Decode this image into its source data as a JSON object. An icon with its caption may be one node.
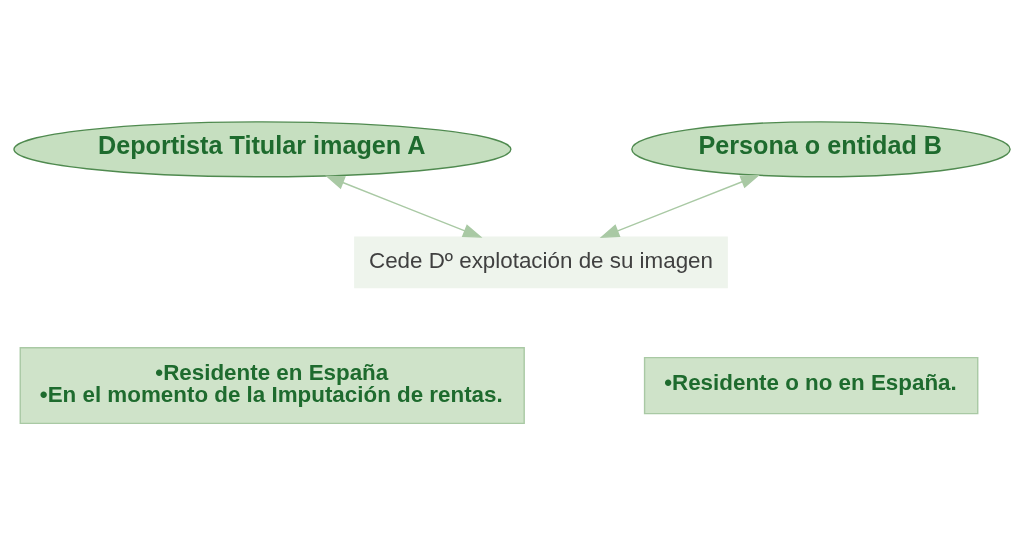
{
  "diagram": {
    "nodes": [
      {
        "text": [
          "Deportista Titular imagen A"
        ]
      },
      {
        "text": [
          "Persona o entidad B"
        ]
      },
      {
        "text": [
          "Cede Dº explotación de su imagen"
        ]
      },
      {
        "text": [
          "•Residente en España",
          "•En el momento de la Imputación de rentas."
        ]
      },
      {
        "text": [
          "•Residente o no en España."
        ]
      }
    ],
    "edges": [
      {
        "from": 0,
        "to": 2,
        "arrow": "both"
      },
      {
        "from": 1,
        "to": 2,
        "arrow": "both"
      }
    ]
  }
}
